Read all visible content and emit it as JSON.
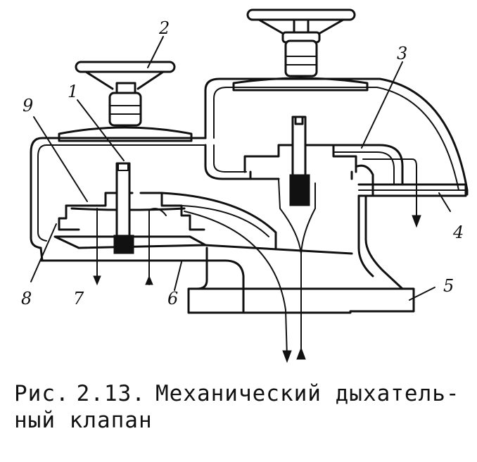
{
  "figure": {
    "callouts": [
      {
        "id": "c1",
        "text": "1"
      },
      {
        "id": "c2",
        "text": "2"
      },
      {
        "id": "c3",
        "text": "3"
      },
      {
        "id": "c4",
        "text": "4"
      },
      {
        "id": "c5",
        "text": "5"
      },
      {
        "id": "c6",
        "text": "6"
      },
      {
        "id": "c7",
        "text": "7"
      },
      {
        "id": "c8",
        "text": "8"
      },
      {
        "id": "c9",
        "text": "9"
      }
    ]
  },
  "caption": {
    "prefix": "Рис.",
    "number": "2.13.",
    "line1": "Механический дыхатель-",
    "line2": "ный клапан"
  }
}
